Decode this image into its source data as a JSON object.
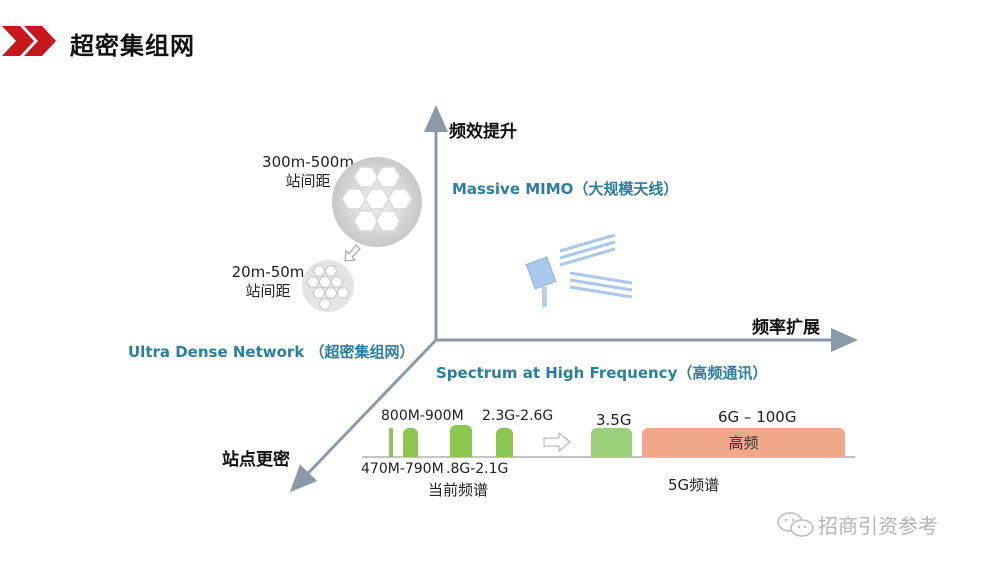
{
  "header": {
    "title": "超密集组网",
    "accent_color": "#c8161d"
  },
  "axes": {
    "y_label": "频效提升",
    "x_label": "频率扩展",
    "z_label": "站点更密",
    "axis_color": "#8a9aa8"
  },
  "dimensions": {
    "mimo": "Massive MIMO（大规模天线）",
    "udn": "Ultra Dense Network （超密集组网）",
    "spectrum": "Spectrum at High Frequency（高频通讯）",
    "label_color": "#2b7ea1"
  },
  "cells": {
    "large": {
      "range": "300m-500m",
      "label": "站间距"
    },
    "small": {
      "range": "20m-50m",
      "label": "站间距"
    }
  },
  "spectrum_bands": {
    "current": {
      "top_labels": [
        "800M-900M",
        "2.3G-2.6G"
      ],
      "bottom_labels": [
        "470M-790M",
        ".8G-2.1G"
      ],
      "caption": "当前频谱"
    },
    "fiveg": {
      "top_labels": [
        "3.5G",
        "6G – 100G"
      ],
      "high_band_label": "高频",
      "caption": "5G频谱"
    },
    "colors": {
      "current": "#8cc850",
      "mid": "#9ccf7a",
      "high": "#f0a88a"
    }
  },
  "watermark": {
    "text": "招商引资参考",
    "icon": "wechat-icon"
  }
}
